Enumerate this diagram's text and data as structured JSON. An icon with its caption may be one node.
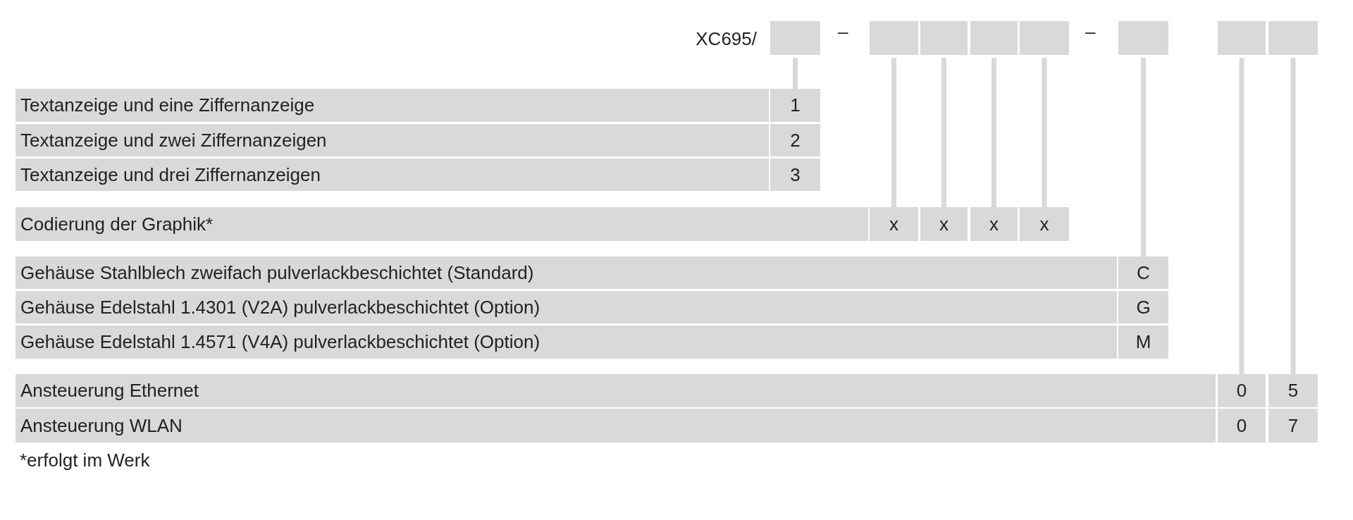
{
  "diagram": {
    "nodes": [
      {
        "text": [],
        "shape": "box"
      },
      {
        "text": [],
        "shape": "box"
      },
      {
        "text": [],
        "shape": "box"
      },
      {
        "text": [],
        "shape": "box"
      },
      {
        "text": [],
        "shape": "box"
      },
      {
        "text": [],
        "shape": "box"
      },
      {
        "text": [],
        "shape": "box"
      },
      {
        "text": [],
        "shape": "box"
      },
      {
        "text": [
          "Textanzeige und eine Ziffernanzeige"
        ]
      },
      {
        "text": [
          "1"
        ]
      },
      {
        "text": [
          "Textanzeige und zwei Ziffernanzeigen"
        ]
      },
      {
        "text": [
          "2"
        ]
      },
      {
        "text": [
          "Textanzeige und drei Ziffernanzeigen"
        ]
      },
      {
        "text": [
          "3"
        ]
      },
      {
        "text": [
          "Codierung der Graphik*"
        ]
      },
      {
        "text": [
          "x"
        ]
      },
      {
        "text": [
          "x"
        ]
      },
      {
        "text": [
          "x"
        ]
      },
      {
        "text": [
          "x"
        ]
      },
      {
        "text": [
          "Gehäuse Stahlblech zweifach pulverlackbeschichtet (Standard)"
        ]
      },
      {
        "text": [
          "C"
        ]
      },
      {
        "text": [
          "Gehäuse Edelstahl 1.4301 (V2A) pulverlackbeschichtet (Option)"
        ]
      },
      {
        "text": [
          "G"
        ]
      },
      {
        "text": [
          "Gehäuse Edelstahl 1.4571 (V4A) pulverlackbeschichtet (Option)"
        ]
      },
      {
        "text": [
          "M"
        ]
      },
      {
        "text": [
          "Ansteuerung Ethernet"
        ]
      },
      {
        "text": [
          "0"
        ]
      },
      {
        "text": [
          "5"
        ]
      },
      {
        "text": [
          "Ansteuerung WLAN"
        ]
      },
      {
        "text": [
          "0"
        ]
      },
      {
        "text": [
          "7"
        ]
      }
    ],
    "edges": [
      {
        "from": 0,
        "to": 9,
        "arrow": "none"
      },
      {
        "from": 1,
        "to": 15,
        "arrow": "none"
      },
      {
        "from": 2,
        "to": 16,
        "arrow": "none"
      },
      {
        "from": 3,
        "to": 17,
        "arrow": "none"
      },
      {
        "from": 4,
        "to": 18,
        "arrow": "none"
      },
      {
        "from": 5,
        "to": 20,
        "arrow": "none"
      },
      {
        "from": 6,
        "to": 26,
        "arrow": "none"
      },
      {
        "from": 7,
        "to": 27,
        "arrow": "none"
      }
    ],
    "labels": [
      "XC695/",
      "–",
      "–",
      "*erfolgt im Werk"
    ]
  }
}
